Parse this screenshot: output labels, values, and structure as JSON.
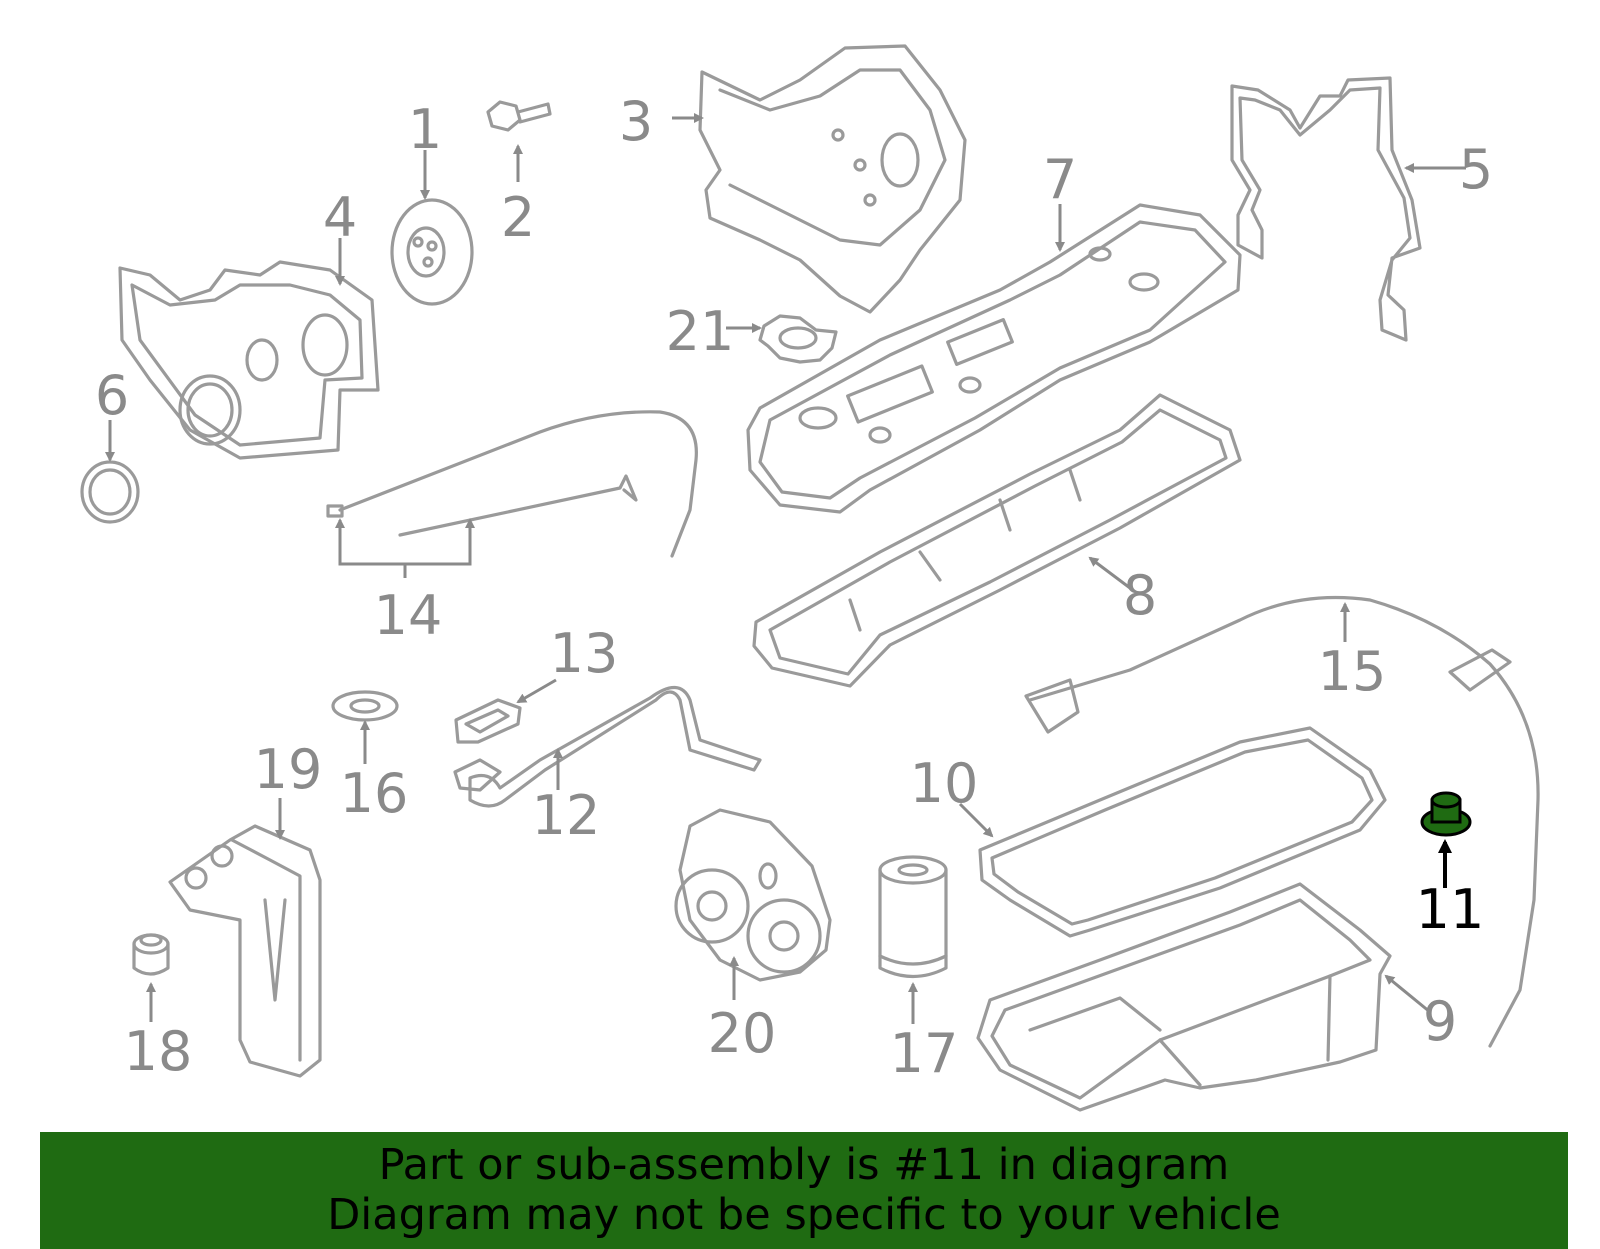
{
  "diagram": {
    "highlighted_part": "11",
    "highlight_color": "#1f6b12",
    "callouts": {
      "c1": "1",
      "c2": "2",
      "c3": "3",
      "c4": "4",
      "c5": "5",
      "c6": "6",
      "c7": "7",
      "c8": "8",
      "c9": "9",
      "c10": "10",
      "c11": "11",
      "c12": "12",
      "c13": "13",
      "c14": "14",
      "c15": "15",
      "c16": "16",
      "c17": "17",
      "c18": "18",
      "c19": "19",
      "c20": "20",
      "c21": "21"
    }
  },
  "banner": {
    "background_color": "#1f6b12",
    "line1": "Part or sub-assembly is #11 in diagram",
    "line2": "Diagram may not be specific to your vehicle"
  }
}
